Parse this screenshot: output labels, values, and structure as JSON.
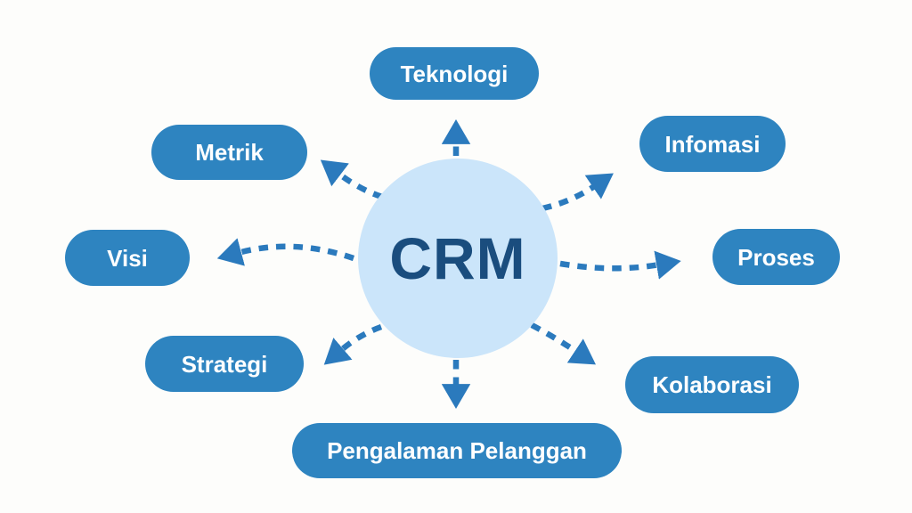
{
  "diagram": {
    "title": "CRM",
    "type": "hub-and-spoke",
    "center": {
      "label": "CRM"
    },
    "nodes": [
      {
        "id": "teknologi",
        "label": "Teknologi",
        "position": "top"
      },
      {
        "id": "infomasi",
        "label": "Infomasi",
        "position": "top-right"
      },
      {
        "id": "proses",
        "label": "Proses",
        "position": "right"
      },
      {
        "id": "kolaborasi",
        "label": "Kolaborasi",
        "position": "bottom-right"
      },
      {
        "id": "pengalaman",
        "label": "Pengalaman Pelanggan",
        "position": "bottom"
      },
      {
        "id": "strategi",
        "label": "Strategi",
        "position": "bottom-left"
      },
      {
        "id": "visi",
        "label": "Visi",
        "position": "left"
      },
      {
        "id": "metrik",
        "label": "Metrik",
        "position": "top-left"
      }
    ],
    "connectors": {
      "style": "dashed",
      "direction": "outward-from-center",
      "arrowhead": "solid-triangle",
      "count": 8
    },
    "colors": {
      "node_fill": "#2E84C0",
      "node_text": "#FFFFFF",
      "center_fill": "#CBE5FA",
      "center_text": "#1A4D7E",
      "arrow": "#2B7ABD",
      "background": "#FDFDFB"
    }
  }
}
